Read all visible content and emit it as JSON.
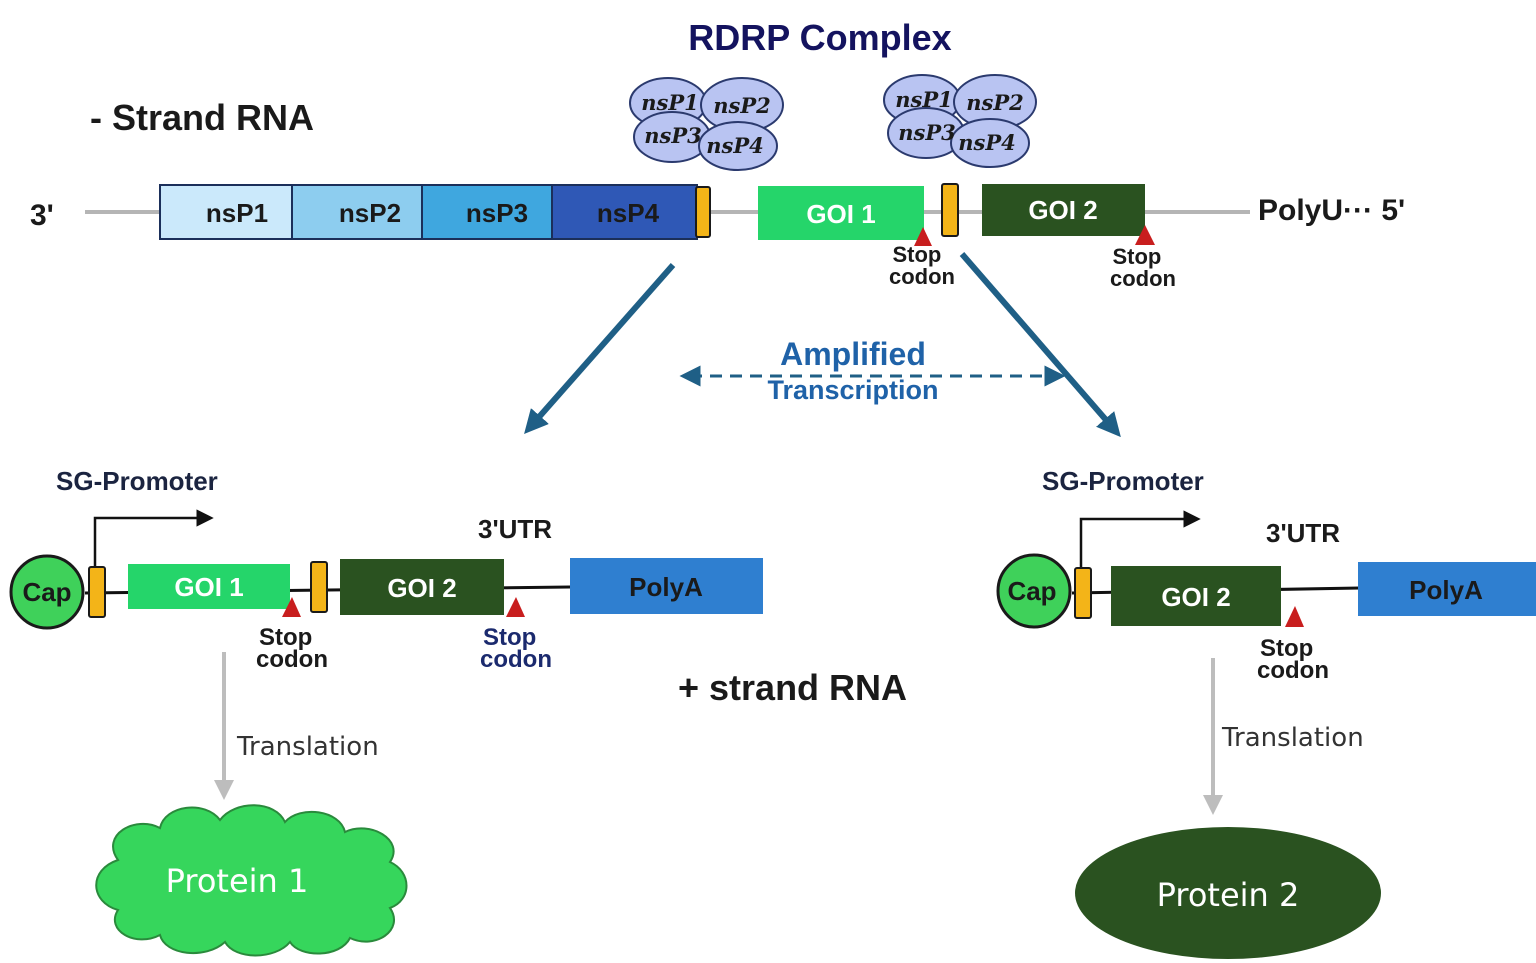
{
  "title": "RDRP Complex",
  "minus_strand": {
    "label": "- Strand RNA",
    "end_3": "3'",
    "end_5": "PolyU··· 5'",
    "segments": [
      "nsP1",
      "nsP2",
      "nsP3",
      "nsP4"
    ],
    "goi1": "GOI 1",
    "goi2": "GOI 2",
    "stop1": [
      "Stop",
      "codon"
    ],
    "stop2": [
      "Stop",
      "codon"
    ]
  },
  "complex_left": [
    "nsP1",
    "nsP2",
    "nsP3",
    "nsP4"
  ],
  "complex_right": [
    "nsP1",
    "nsP2",
    "nsP3",
    "nsP4"
  ],
  "amplified": {
    "line1": "Amplified",
    "line2": "Transcription"
  },
  "plus_strand_label": "+ strand RNA",
  "left_construct": {
    "promoter": "SG-Promoter",
    "cap": "Cap",
    "goi1": "GOI 1",
    "goi2": "GOI 2",
    "utr": "3'UTR",
    "polya": "PolyA",
    "stop1": [
      "Stop",
      "codon"
    ],
    "stop2": [
      "Stop",
      "codon"
    ],
    "translation": "Translation",
    "protein": "Protein 1"
  },
  "right_construct": {
    "promoter": "SG-Promoter",
    "cap": "Cap",
    "goi2": "GOI 2",
    "utr": "3'UTR",
    "polya": "PolyA",
    "stop": [
      "Stop",
      "codon"
    ],
    "translation": "Translation",
    "protein": "Protein 2"
  },
  "colors": {
    "title": "#14135f",
    "nsp1": "#cbe9fb",
    "nsp2": "#8dcdef",
    "nsp3": "#3fa7df",
    "nsp4": "#2f58b6",
    "goi1": "#25d56a",
    "goi2": "#2a5220",
    "polya": "#2f7fd0",
    "yellow": "#f3b418",
    "cap": "#3fd15a",
    "stop": "#c81e1e",
    "arrow": "#1f5f86",
    "amplified": "#1f62a8",
    "complex": "#b9c4f2",
    "protein1": "#36d65c",
    "protein2": "#2a5220"
  }
}
